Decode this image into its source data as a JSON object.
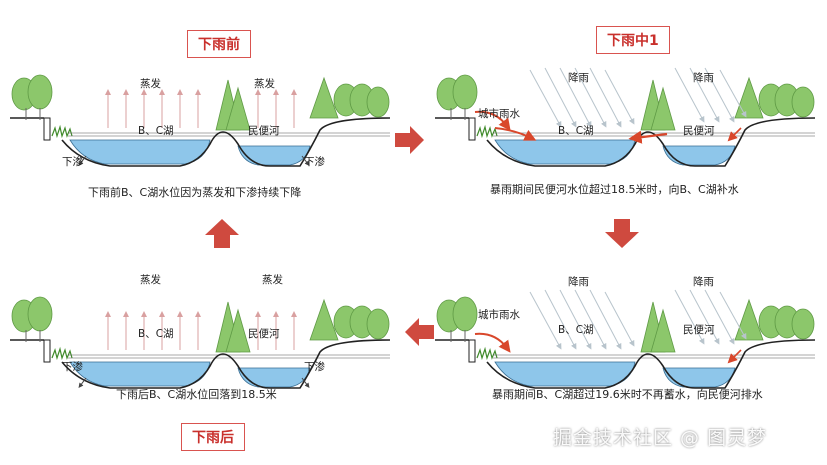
{
  "panels": {
    "before": {
      "title": "下雨前",
      "caption": "下雨前B、C湖水位因为蒸发和下渗持续下降",
      "evap_left": "蒸发",
      "evap_right": "蒸发",
      "lake": "B、C湖",
      "river": "民便河",
      "seep_left": "下渗",
      "seep_right": "下渗"
    },
    "during1": {
      "title": "下雨中1",
      "caption": "暴雨期间民便河水位超过18.5米时，向B、C湖补水",
      "rain_left": "降雨",
      "rain_right": "降雨",
      "runoff": "城市雨水",
      "lake": "B、C湖",
      "river": "民便河"
    },
    "during2": {
      "caption": "暴雨期间B、C湖超过19.6米时不再蓄水，向民便河排水",
      "rain_left": "降雨",
      "rain_right": "降雨",
      "runoff": "城市雨水",
      "lake": "B、C湖",
      "river": "民便河"
    },
    "after": {
      "title": "下雨后",
      "caption": "下雨后B、C湖水位回落到18.5米",
      "evap_left": "蒸发",
      "evap_right": "蒸发",
      "lake": "B、C湖",
      "river": "民便河",
      "seep_left": "下渗",
      "seep_right": "下渗"
    }
  },
  "watermark": "掘金技术社区 @ 图灵梦",
  "colors": {
    "water": "#8ec6ea",
    "tree": "#8cc76b",
    "arrow_block": "#cf4a3f",
    "flow_arrow": "#d9472b",
    "evap_arrow": "#d9a0a0",
    "rain": "#b8c4cc",
    "title_border": "#d9534f"
  }
}
